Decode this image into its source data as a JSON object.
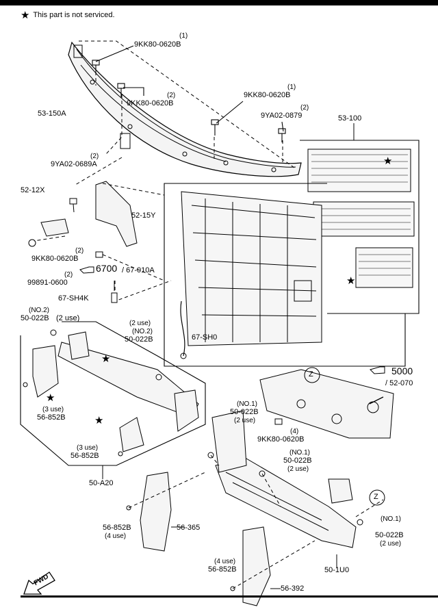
{
  "note": {
    "symbol": "★",
    "text": "This part is not serviced."
  },
  "labels": {
    "bolt_top_1_qty": "(1)",
    "bolt_top_1": "9KK80-0620B",
    "bolt_top_2_qty": "(2)",
    "bolt_top_2": "9KK80-0620B",
    "bolt_top_3_qty": "(1)",
    "bolt_top_3": "9KK80-0620B",
    "bolt_top_4_qty": "(2)",
    "bolt_top_4": "9YA02-0879",
    "upper_member": "53-150A",
    "shutter": "53-100",
    "bolt_left_qty": "(2)",
    "bolt_left": "9YA02-0689A",
    "bracket_left": "52-12X",
    "bracket_right": "52-15Y",
    "bolt_mid_qty": "(2)",
    "bolt_mid": "9KK80-0620B",
    "nut_qty": "(2)",
    "nut": "99891-0600",
    "ref_6700_a": "6700",
    "ref_6700_b": "/ 67-010A",
    "sensor": "67-SH4K",
    "harness": "67-SH0",
    "clip_no2_left_note": "(NO.2)",
    "clip_no2_left": "50-022B",
    "clip_no2_left_use": "(2 use)",
    "clip_no2_right_use": "(2 use)",
    "clip_no2_right_note": "(NO.2)",
    "clip_no2_right": "50-022B",
    "screw_a_use": "(3 use)",
    "screw_a": "56-852B",
    "screw_b_use": "(3 use)",
    "screw_b": "56-852B",
    "deflector_assy": "50-A20",
    "ref_5000_a": "5000",
    "ref_5000_b": "/ 52-070",
    "clip_no1_a_note": "(NO.1)",
    "clip_no1_a": "50-022B",
    "clip_no1_a_use": "(2 use)",
    "bolt_low_qty": "(4)",
    "bolt_low": "9KK80-0620B",
    "clip_no1_b_note": "(NO.1)",
    "clip_no1_b": "50-022B",
    "clip_no1_b_use": "(2 use)",
    "screw_c": "56-852B",
    "screw_c_use": "(4 use)",
    "deflector_left": "56-365",
    "zone_z1": "Z",
    "zone_z2": "Z",
    "clip_no1_c_note": "(NO.1)",
    "clip_no1_c": "50-022B",
    "clip_no1_c_use": "(2 use)",
    "screw_d_use": "(4 use)",
    "screw_d": "56-852B",
    "lower_member": "50-1U0",
    "deflector_bottom": "56-392",
    "fwd": "FWD"
  },
  "icons": [
    "star-icon",
    "pointing-hand-icon",
    "fwd-arrow-icon"
  ]
}
